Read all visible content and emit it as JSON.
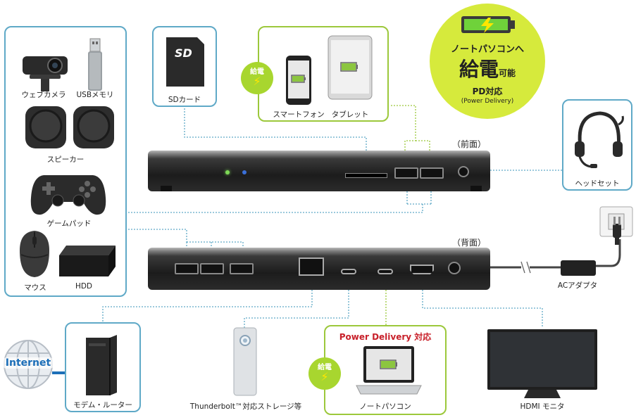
{
  "left_panel": {
    "webcam": "ウェブカメラ",
    "usb_memory": "USBメモリ",
    "speaker": "スピーカー",
    "gamepad": "ゲームパッド",
    "mouse": "マウス",
    "hdd": "HDD"
  },
  "sd_card": {
    "label": "SDカード",
    "logo": "SD"
  },
  "charge_box": {
    "badge": "給電",
    "phone": "スマートフォン",
    "tablet": "タブレット"
  },
  "promo": {
    "line1": "ノートパソコンへ",
    "line2_big": "給電",
    "line2_small": "可能",
    "line3": "PD対応",
    "line4": "(Power Delivery)"
  },
  "front_label": "（前面）",
  "rear_label": "（背面）",
  "headset": "ヘッドセット",
  "ac_adapter": "ACアダプタ",
  "internet": "Internet",
  "modem": "モデム・ルーター",
  "thunderbolt": "Thunderbolt™対応ストレージ等",
  "pd_box": {
    "title": "Power Delivery 対応",
    "badge": "給電",
    "laptop": "ノートパソコン"
  },
  "hdmi": "HDMI モニタ",
  "colors": {
    "blue_frame": "#5fa9c7",
    "green_frame": "#9cc83b",
    "pd_red": "#c8202a",
    "promo_yellow": "#d6ea3c"
  }
}
